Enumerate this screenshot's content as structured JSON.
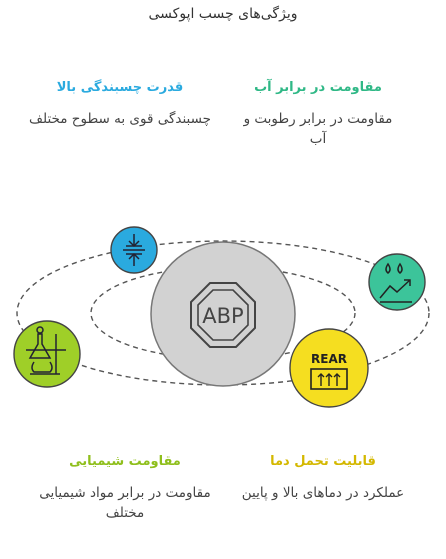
{
  "title": "ویژگی‌های چسب اپوکسی",
  "center": {
    "label": "ABP"
  },
  "colors": {
    "water": "#3cc49a",
    "adhesion": "#2aaadf",
    "chemical": "#9fcf28",
    "temperature": "#e8cf18",
    "center": "#d2d2d2"
  },
  "features": {
    "water": {
      "title": "مقاومت در برابر آب",
      "desc": "مقاومت در برابر رطوبت و آب"
    },
    "adhesion": {
      "title": "قدرت چسبندگی بالا",
      "desc": "چسبندگی قوی به سطوح مختلف"
    },
    "chemical": {
      "title": "مقاومت شیمیایی",
      "desc": "مقاومت در برابر مواد شیمیایی مختلف"
    },
    "temperature": {
      "title": "قابلیت تحمل دما",
      "desc": "عملکرد در دماهای بالا و پایین",
      "icon_text": "REAR"
    }
  },
  "icons": {
    "water": "water-drops-arrow-icon",
    "adhesion": "compression-arrows-icon",
    "chemical": "chemical-flask-burner-icon",
    "temperature": "heat-rear-window-icon",
    "center": "octagon-badge-icon"
  }
}
